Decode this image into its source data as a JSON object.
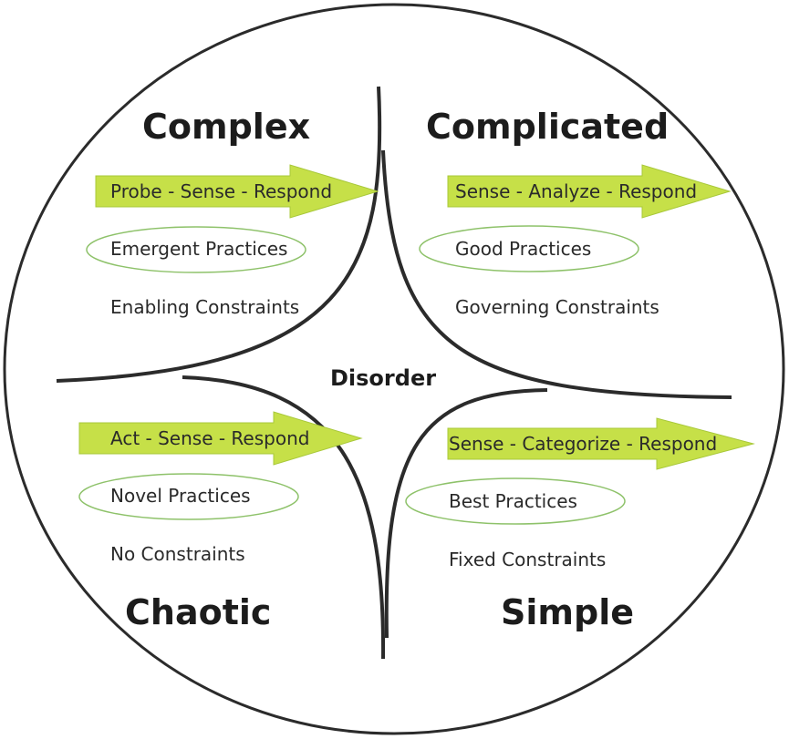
{
  "colors": {
    "arrow_fill": "#c6e048",
    "oval_stroke": "#8ec26a",
    "line": "#2b2b2b"
  },
  "center_label": "Disorder",
  "domains": {
    "complex": {
      "title": "Complex",
      "approach": "Probe - Sense - Respond",
      "practice": "Emergent Practices",
      "constraints": "Enabling Constraints"
    },
    "complicated": {
      "title": "Complicated",
      "approach": "Sense - Analyze - Respond",
      "practice": "Good Practices",
      "constraints": "Governing Constraints"
    },
    "chaotic": {
      "title": "Chaotic",
      "approach": "Act - Sense - Respond",
      "practice": "Novel Practices",
      "constraints": "No Constraints"
    },
    "simple": {
      "title": "Simple",
      "approach": "Sense - Categorize - Respond",
      "practice": "Best Practices",
      "constraints": "Fixed Constraints"
    }
  }
}
